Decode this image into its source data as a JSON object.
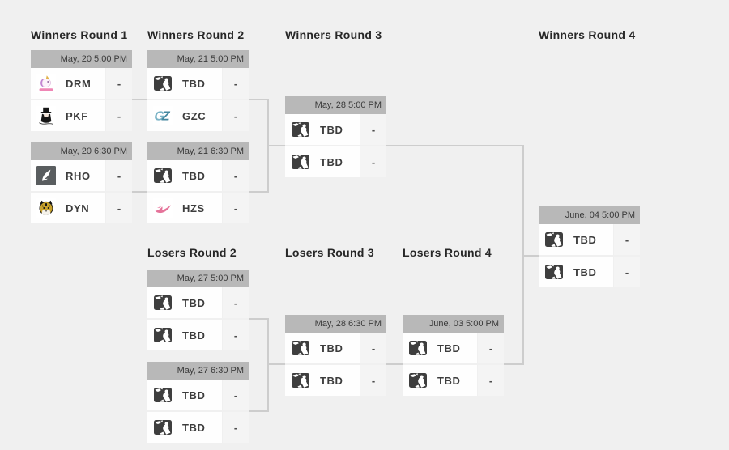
{
  "bracket": {
    "background_color": "#f0f0f0",
    "match_header_bg": "#b8b8b8",
    "connector_color": "#cdcdcd",
    "score_placeholder": "-",
    "rounds": {
      "wr1": "Winners Round 1",
      "wr2": "Winners Round 2",
      "wr3": "Winners Round 3",
      "wr4": "Winners Round 4",
      "lr2": "Losers Round 2",
      "lr3": "Losers Round 3",
      "lr4": "Losers Round 4"
    },
    "matches": {
      "wr1m1": {
        "time": "May, 20 5:00 PM",
        "top": {
          "name": "DRM",
          "icon": "unicorn-logo-icon",
          "score": "-"
        },
        "bottom": {
          "name": "PKF",
          "icon": "top-hat-logo-icon",
          "score": "-"
        }
      },
      "wr1m2": {
        "time": "May, 20 6:30 PM",
        "top": {
          "name": "RHO",
          "icon": "feather-logo-icon",
          "score": "-"
        },
        "bottom": {
          "name": "DYN",
          "icon": "tiger-logo-icon",
          "score": "-"
        }
      },
      "wr2m1": {
        "time": "May, 21 5:00 PM",
        "top": {
          "name": "TBD",
          "icon": "tbd-placeholder-icon",
          "score": "-"
        },
        "bottom": {
          "name": "GZC",
          "icon": "gz-monogram-icon",
          "score": "-"
        }
      },
      "wr2m2": {
        "time": "May, 21 6:30 PM",
        "top": {
          "name": "TBD",
          "icon": "tbd-placeholder-icon",
          "score": "-"
        },
        "bottom": {
          "name": "HZS",
          "icon": "pink-flame-logo-icon",
          "score": "-"
        }
      },
      "wr3m1": {
        "time": "May, 28 5:00 PM",
        "top": {
          "name": "TBD",
          "icon": "tbd-placeholder-icon",
          "score": "-"
        },
        "bottom": {
          "name": "TBD",
          "icon": "tbd-placeholder-icon",
          "score": "-"
        }
      },
      "wr4m1": {
        "time": "June, 04 5:00 PM",
        "top": {
          "name": "TBD",
          "icon": "tbd-placeholder-icon",
          "score": "-"
        },
        "bottom": {
          "name": "TBD",
          "icon": "tbd-placeholder-icon",
          "score": "-"
        }
      },
      "lr2m1": {
        "time": "May, 27 5:00 PM",
        "top": {
          "name": "TBD",
          "icon": "tbd-placeholder-icon",
          "score": "-"
        },
        "bottom": {
          "name": "TBD",
          "icon": "tbd-placeholder-icon",
          "score": "-"
        }
      },
      "lr2m2": {
        "time": "May, 27 6:30 PM",
        "top": {
          "name": "TBD",
          "icon": "tbd-placeholder-icon",
          "score": "-"
        },
        "bottom": {
          "name": "TBD",
          "icon": "tbd-placeholder-icon",
          "score": "-"
        }
      },
      "lr3m1": {
        "time": "May, 28 6:30 PM",
        "top": {
          "name": "TBD",
          "icon": "tbd-placeholder-icon",
          "score": "-"
        },
        "bottom": {
          "name": "TBD",
          "icon": "tbd-placeholder-icon",
          "score": "-"
        }
      },
      "lr4m1": {
        "time": "June, 03 5:00 PM",
        "top": {
          "name": "TBD",
          "icon": "tbd-placeholder-icon",
          "score": "-"
        },
        "bottom": {
          "name": "TBD",
          "icon": "tbd-placeholder-icon",
          "score": "-"
        }
      }
    }
  }
}
